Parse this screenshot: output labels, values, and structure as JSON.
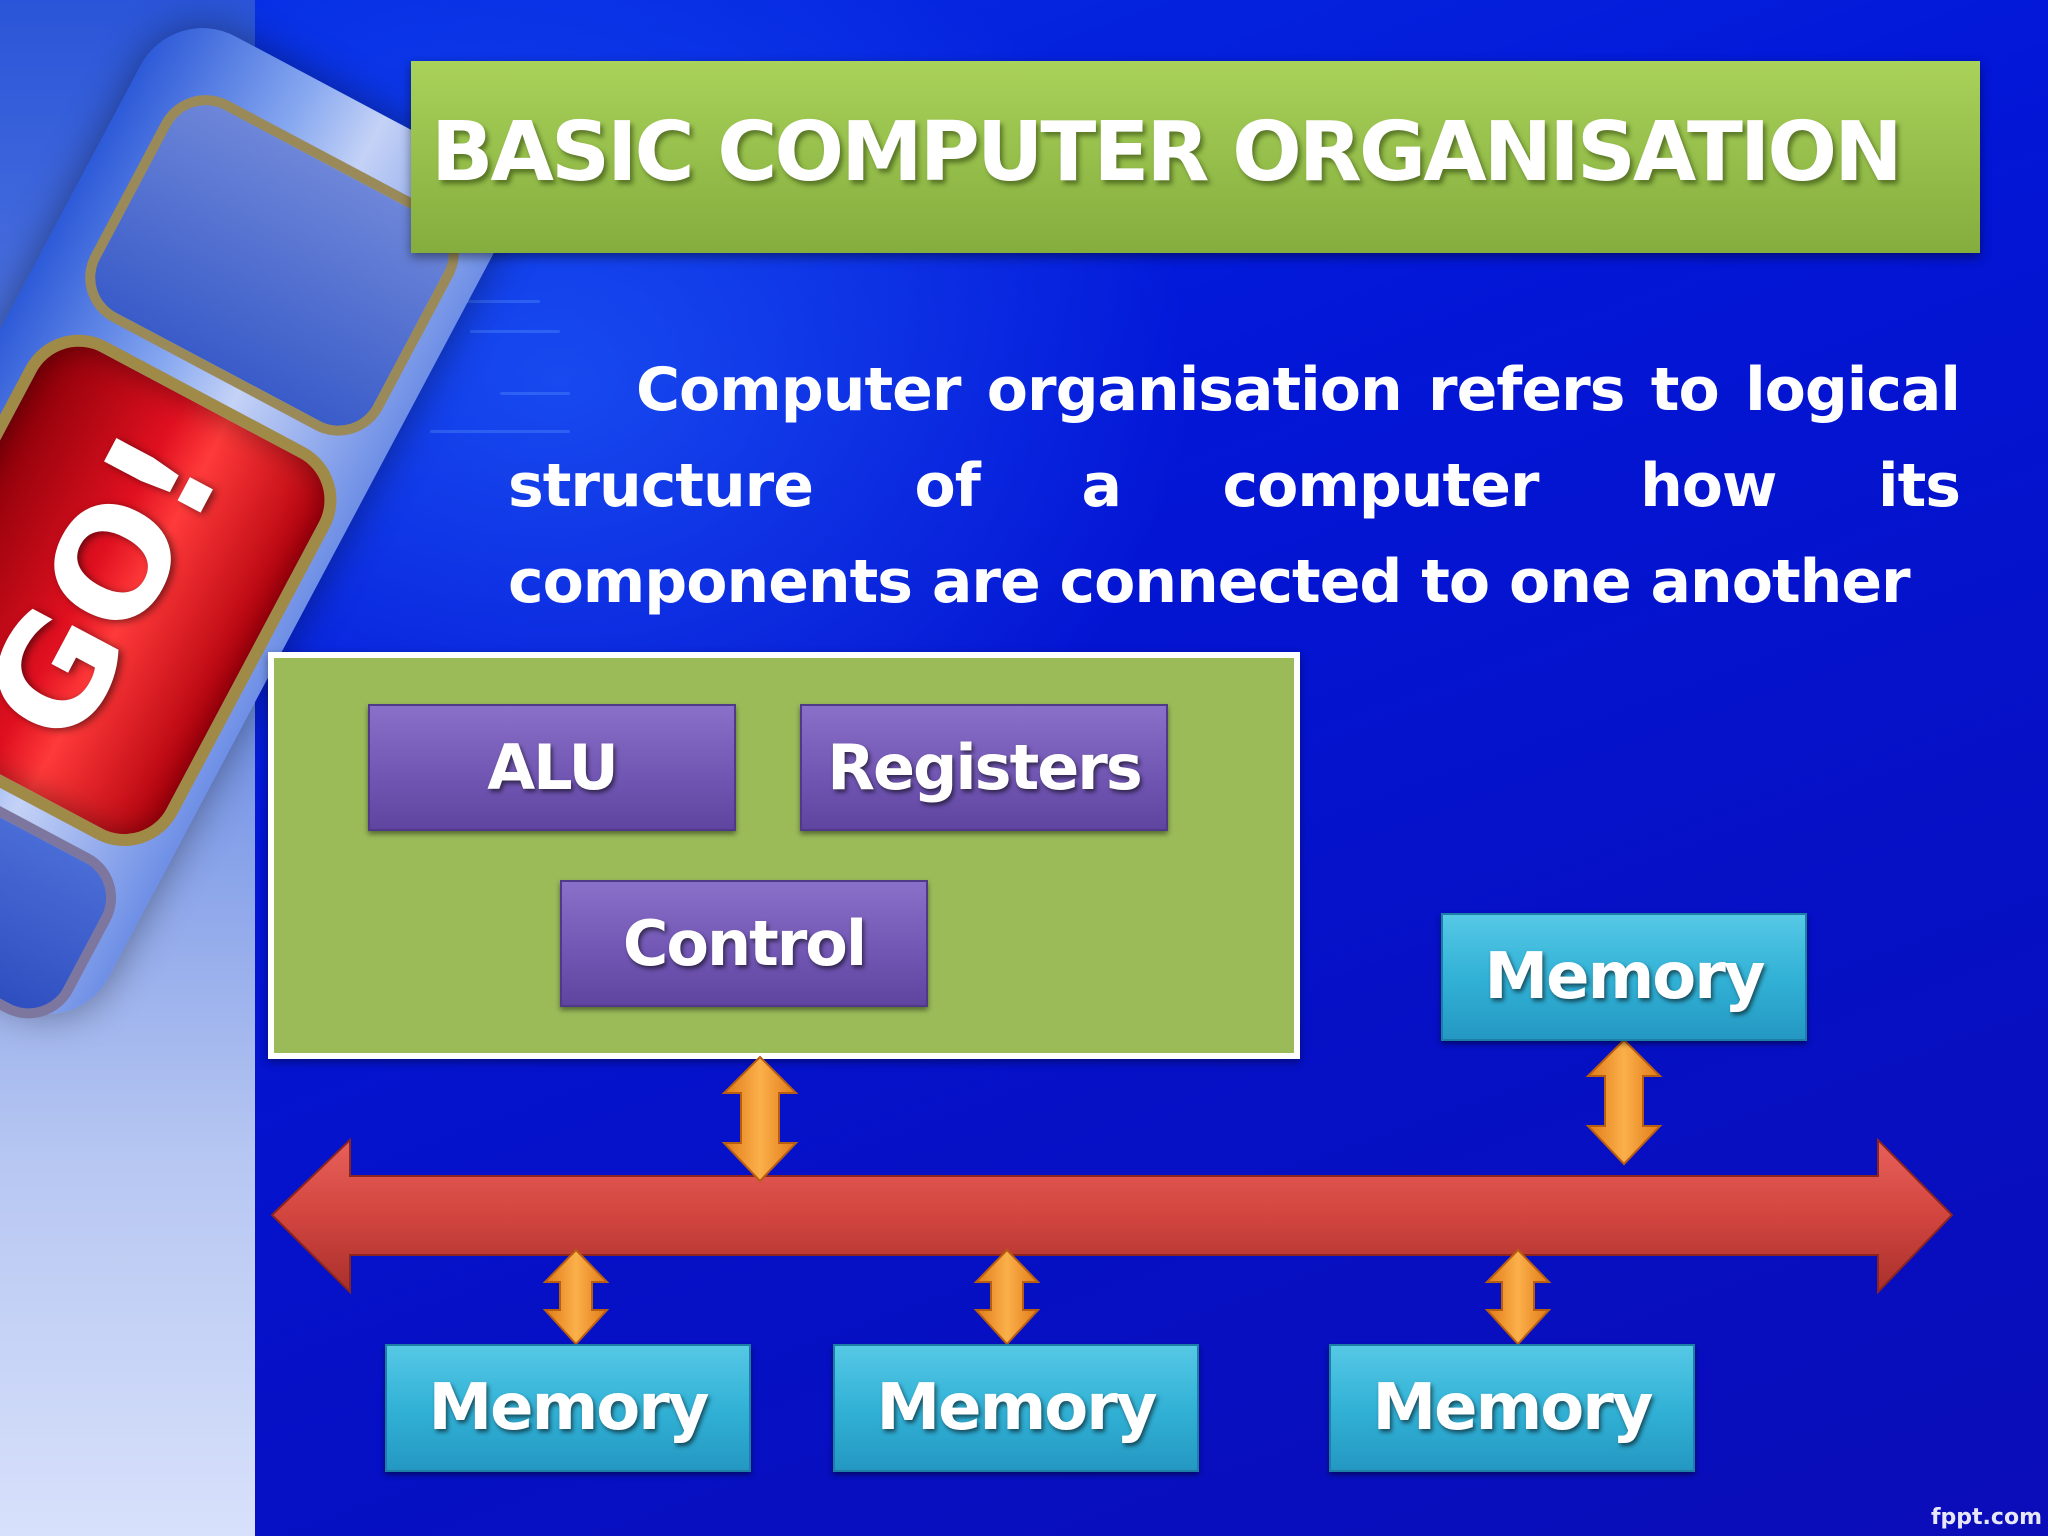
{
  "slide": {
    "title": "BASIC COMPUTER ORGANISATION",
    "body": "Computer organisation refers to logical structure of a computer how its components are connected to one another",
    "watermark": "fppt.com",
    "decor_key_label": "GO!"
  },
  "diagram": {
    "cpu": {
      "components": [
        "ALU",
        "Registers",
        "Control"
      ]
    },
    "bus": {
      "type": "double-headed-arrow"
    },
    "memory_units": [
      "Memory",
      "Memory",
      "Memory",
      "Memory"
    ]
  },
  "colors": {
    "background": "#0317d8",
    "title_banner": "#9bbb59",
    "cpu_box": "#9bbb59",
    "cpu_component": "#7257b4",
    "memory_box": "#32b2d6",
    "bus_arrow": "#d2453f",
    "connector_arrow": "#f5922a"
  }
}
